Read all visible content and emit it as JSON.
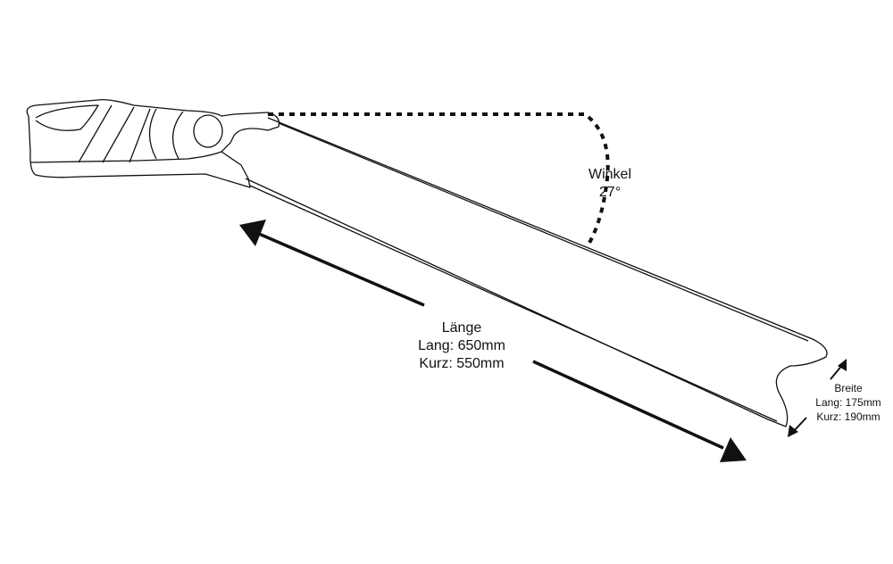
{
  "angle": {
    "title": "Winkel",
    "value": "27°"
  },
  "length": {
    "title": "Länge",
    "long": "Lang: 650mm",
    "short": "Kurz: 550mm"
  },
  "width": {
    "title": "Breite",
    "long": "Lang: 175mm",
    "short": "Kurz: 190mm"
  },
  "colors": {
    "line": "#111111",
    "background": "#ffffff"
  }
}
